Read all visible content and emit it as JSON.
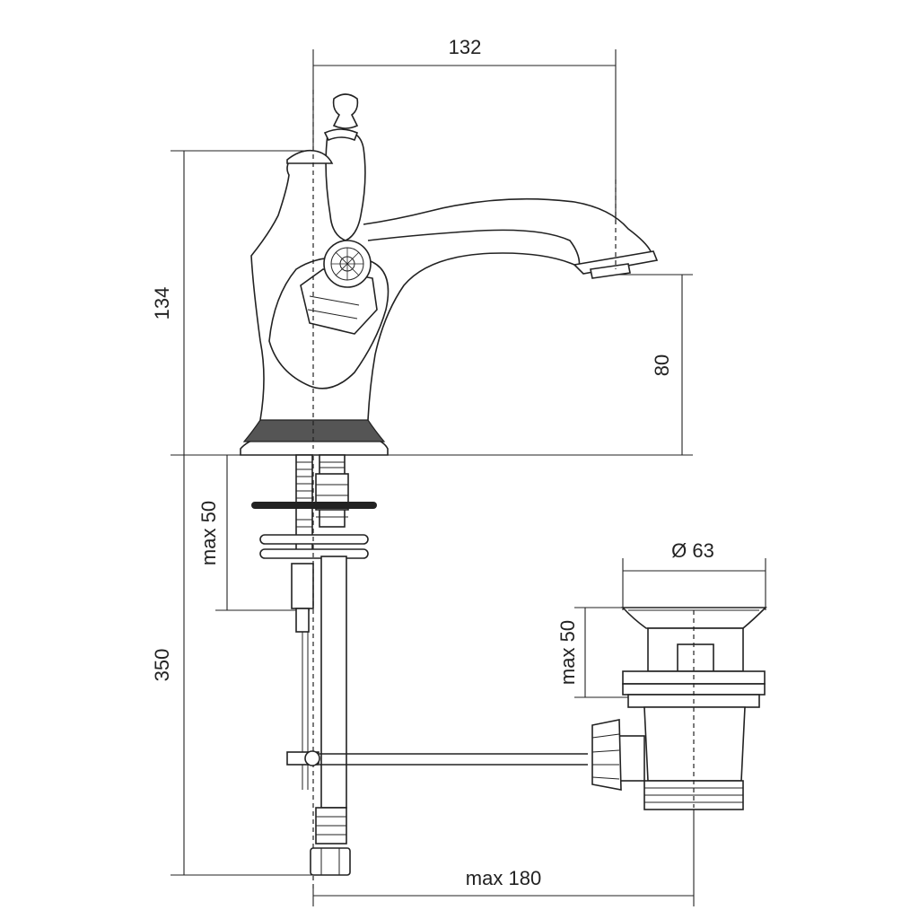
{
  "drawing": {
    "dimensions": {
      "spout_reach": "132",
      "tap_height": "134",
      "spout_height": "80",
      "mount_thickness": "max 50",
      "connection_length": "350",
      "waste_diameter": "Ø 63",
      "waste_thickness": "max 50",
      "rod_reach": "max 180"
    }
  }
}
